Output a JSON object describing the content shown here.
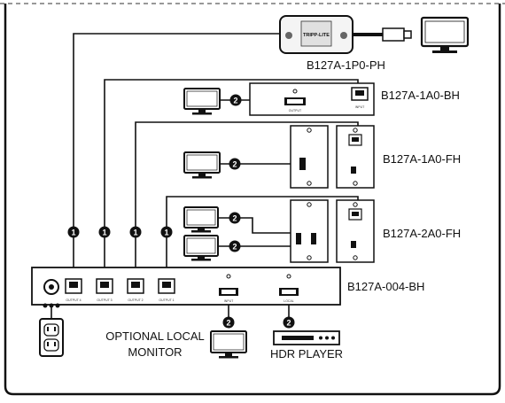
{
  "devices": {
    "p1": "B127A-1P0-PH",
    "bh": "B127A-1A0-BH",
    "fh": "B127A-1A0-FH",
    "fh2": "B127A-2A0-FH",
    "main": "B127A-004-BH"
  },
  "main_ports": {
    "output4": "OUTPUT 4",
    "output3": "OUTPUT 3",
    "output2": "OUTPUT 2",
    "output1": "OUTPUT 1",
    "input": "INPUT",
    "local": "LOCAL"
  },
  "bh_labels": {
    "output": "OUTPUT",
    "input": "INPUT"
  },
  "p1_logo": "TRIPP-LITE",
  "optional_monitor": [
    "OPTIONAL LOCAL",
    "MONITOR"
  ],
  "hdr_player": "HDR PLAYER",
  "badges": {
    "one": "1",
    "two": "2"
  }
}
